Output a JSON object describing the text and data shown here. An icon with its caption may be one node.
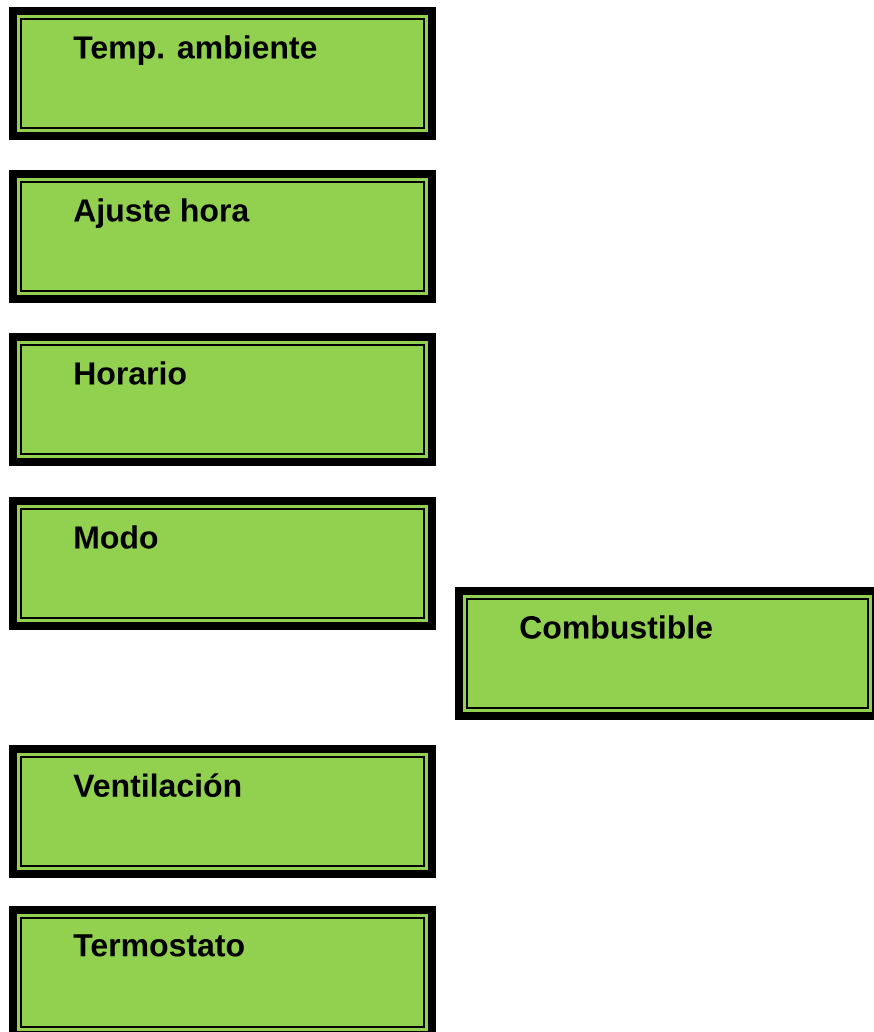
{
  "diagram": {
    "nodes": [
      {
        "text": [
          "Temp. ambiente"
        ]
      },
      {
        "text": [
          "Ajuste hora"
        ]
      },
      {
        "text": [
          "Horario"
        ]
      },
      {
        "text": [
          "Modo"
        ]
      },
      {
        "text": [
          "Combustible"
        ]
      },
      {
        "text": [
          "Ventilación"
        ]
      },
      {
        "text": [
          "Termostato"
        ]
      }
    ],
    "edges": []
  }
}
